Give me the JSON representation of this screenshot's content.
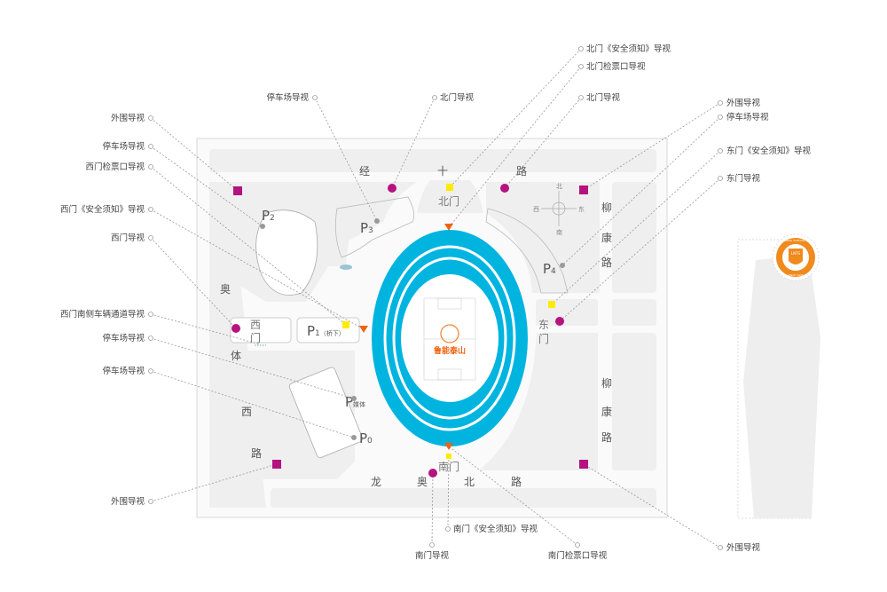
{
  "roads": {
    "north": [
      "经",
      "十",
      "路"
    ],
    "east_upper": [
      "柳",
      "康",
      "路"
    ],
    "east_lower": [
      "柳",
      "康",
      "路"
    ],
    "west": [
      "奥",
      "体",
      "西",
      "路"
    ],
    "south": [
      "龙",
      "奥",
      "北",
      "路"
    ]
  },
  "gates": {
    "north": "北门",
    "east": [
      "东",
      "门"
    ],
    "south": "南门",
    "west": [
      "西",
      "门"
    ]
  },
  "parking": {
    "p1": "P",
    "p1_sub": "1",
    "p1_note": "（桥下）",
    "p2": "P",
    "p2_sub": "2",
    "p3": "P",
    "p3_sub": "3",
    "p4": "P",
    "p4_sub": "4",
    "pm": "P",
    "pm_sub": "媒体",
    "p0": "P",
    "p0_sub": "0"
  },
  "compass": {
    "n": "北",
    "s": "南",
    "e": "东",
    "w": "西"
  },
  "center_logo": "鲁能泰山",
  "club_logo": {
    "ring_text": "LUNENG TAISHAN F.C.",
    "shield": "LNTS",
    "since": "SINCE 1998"
  },
  "callouts": {
    "left": [
      "外围导视",
      "停车场导视",
      "西门检票口导视",
      "西门《安全须知》导视",
      "西门导视",
      "西门南侧车辆通道导视",
      "停车场导视",
      "停车场导视",
      "外围导视"
    ],
    "top": [
      "停车场导视",
      "北门导视"
    ],
    "top_right": [
      "北门《安全须知》导视",
      "北门检票口导视",
      "北门导视"
    ],
    "right": [
      "外围导视",
      "停车场导视",
      "东门《安全须知》导视",
      "东门导视",
      "外围导视"
    ],
    "bottom": [
      "南门《安全须知》导视",
      "南门导视",
      "南门检票口导视"
    ]
  },
  "colors": {
    "seat": "#00b4e0",
    "perimeter": "#b5137f",
    "safety": "#ffeb00",
    "ticket": "#ee6311",
    "parking": "#9a9a9a"
  }
}
